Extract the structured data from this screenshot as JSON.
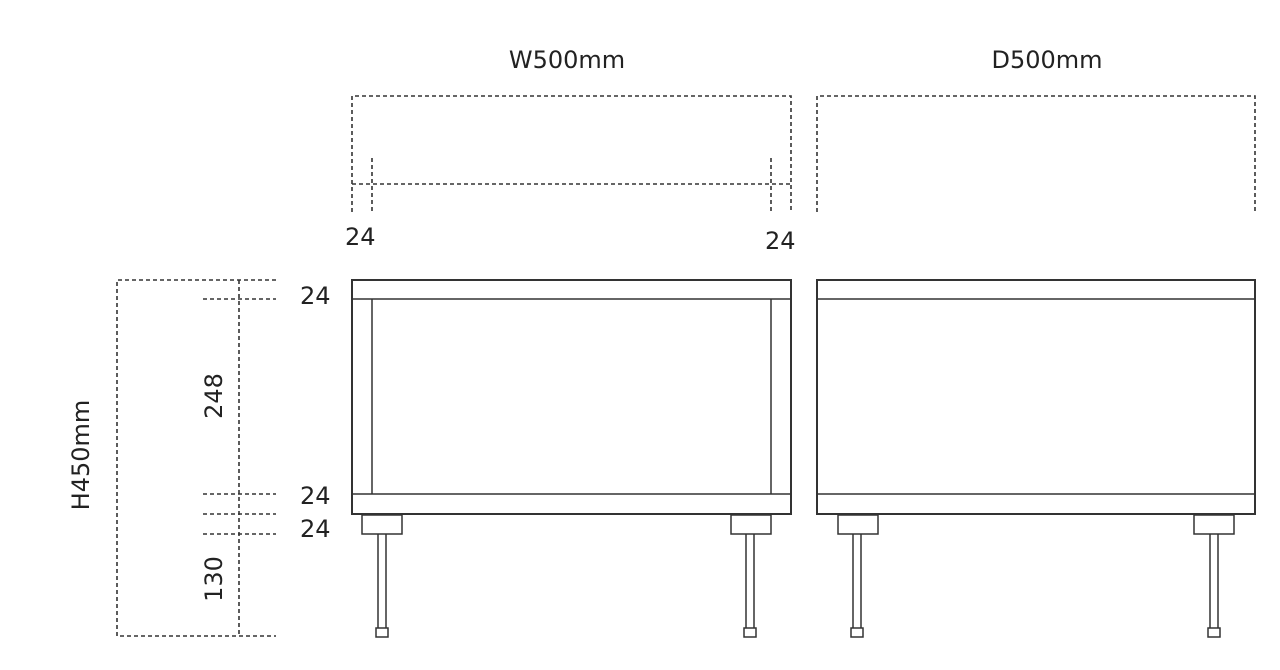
{
  "labels": {
    "width": "W500mm",
    "depth": "D500mm",
    "height": "H450mm",
    "width_left_board": "24",
    "width_right_board": "24",
    "top_board": "24",
    "inner_height": "248",
    "bottom_board": "24",
    "base_board": "24",
    "leg_height": "130"
  },
  "colors": {
    "line": "#333333",
    "text": "#222222",
    "background": "#ffffff"
  }
}
